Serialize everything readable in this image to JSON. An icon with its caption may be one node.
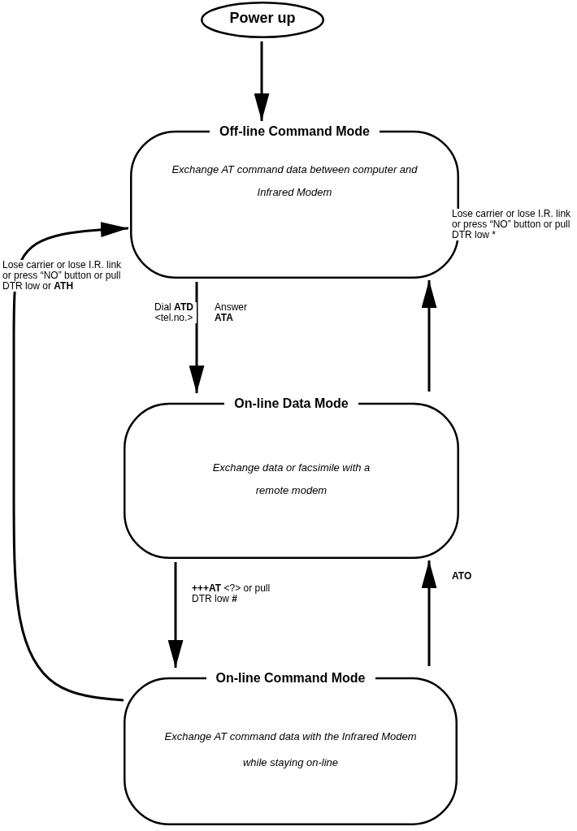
{
  "diagram": {
    "nodes": [
      {
        "text": [
          "Power up"
        ]
      },
      {
        "text": [
          "Off-line Command Mode",
          "Exchange AT command data between computer and Infrared Modem"
        ]
      },
      {
        "text": [
          "On-line Data Mode",
          "Exchange data or facsimile with a remote modem"
        ]
      },
      {
        "text": [
          "On-line Command Mode",
          "Exchange AT command data with the Infrared Modem while staying on-line"
        ]
      }
    ],
    "edges": [
      {
        "from": 0,
        "to": 1,
        "arrow": "to"
      },
      {
        "from": 1,
        "to": 2,
        "arrow": "to",
        "label": "Dial **ATD** <tel.no.>"
      },
      {
        "from": 2,
        "to": 1,
        "arrow": "to",
        "label": "Lose carrier or lose I.R. link or press “NO” button or pull DTR low *"
      },
      {
        "from": 2,
        "to": 3,
        "arrow": "to",
        "label": "**+++AT** <?> or pull DTR low **#**"
      },
      {
        "from": 3,
        "to": 2,
        "arrow": "to",
        "label": "ATO"
      },
      {
        "from": 3,
        "to": 1,
        "arrow": "to",
        "label": "Lose carrier or lose I.R. link or press “NO” button or pull DTR low or **ATH**"
      }
    ],
    "labels": [
      "Answer **ATA**"
    ]
  }
}
